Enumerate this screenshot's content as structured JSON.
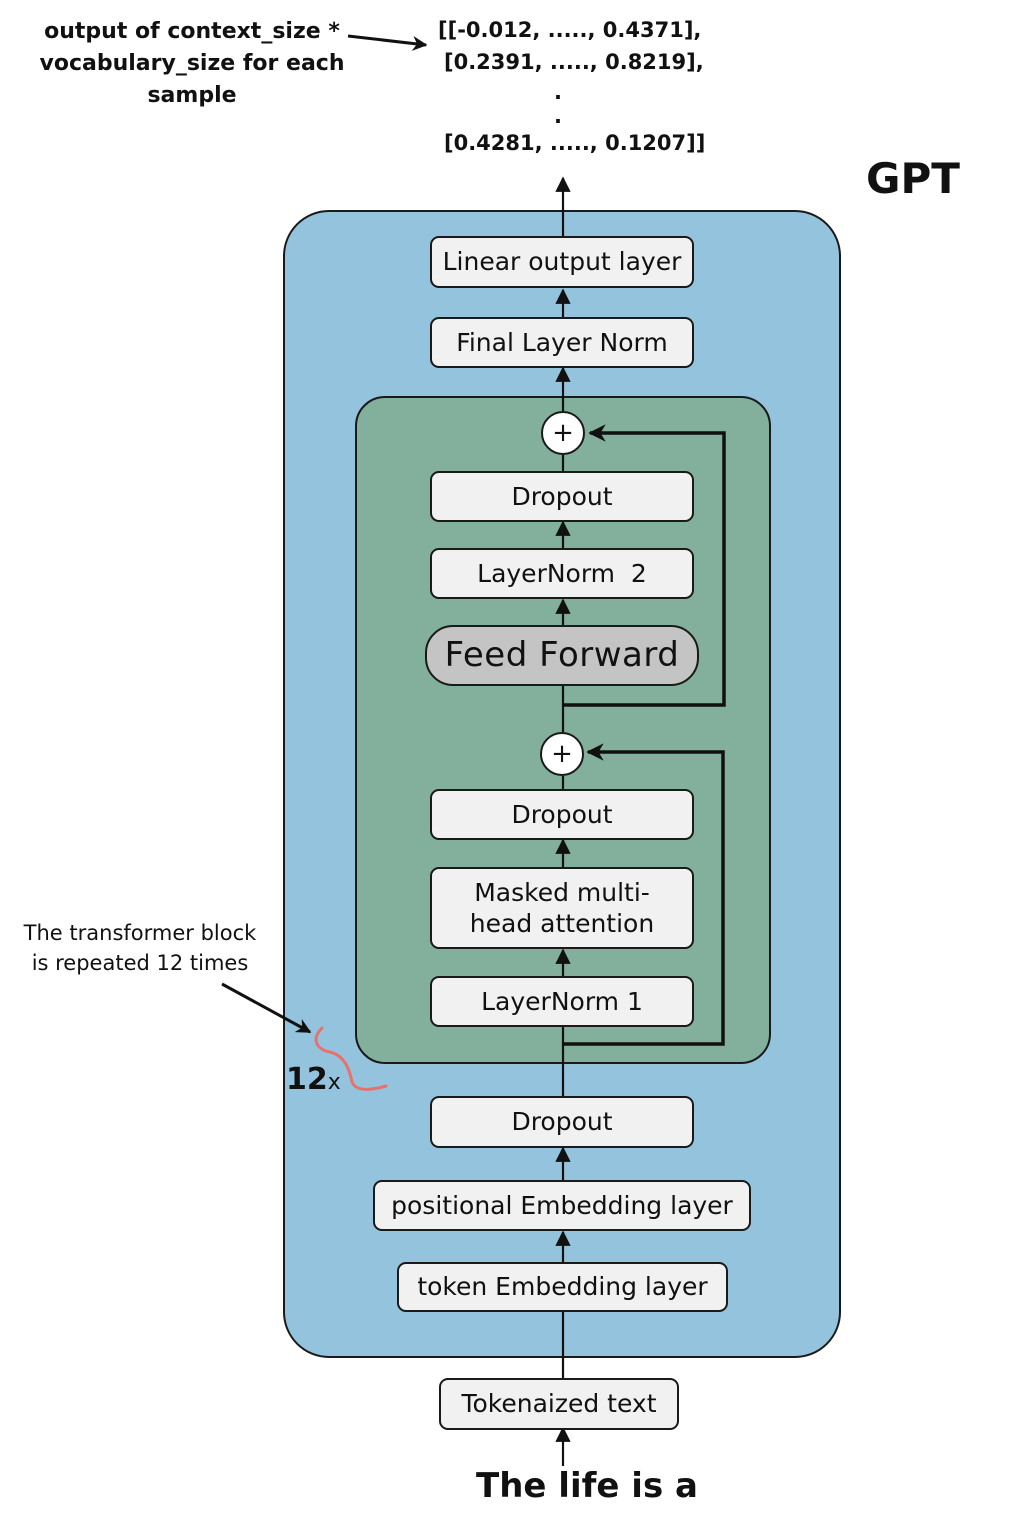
{
  "output_label": {
    "line1": "output of context_size *",
    "line2": "vocabulary_size for each sample"
  },
  "output_matrix": {
    "row1": "[[-0.012, ....., 0.4371],",
    "row2": "[0.2391, ....., 0.8219],",
    "dot1": ".",
    "dot2": ".",
    "row3": "[0.4281, ....., 0.1207]]"
  },
  "title": "GPT",
  "layers": {
    "linear_output": "Linear output layer",
    "final_layer_norm": "Final Layer Norm",
    "dropout_top": "Dropout",
    "layernorm2": "LayerNorm  2",
    "feed_forward": "Feed Forward",
    "dropout_mid": "Dropout",
    "masked_attention_line1": "Masked multi-",
    "masked_attention_line2": "head attention",
    "layernorm1": "LayerNorm 1",
    "dropout_bottom": "Dropout",
    "positional_embedding": "positional Embedding layer",
    "token_embedding": "token Embedding layer"
  },
  "residual_add_symbol": "+",
  "tokenized_text": "Tokenaized text",
  "input_text": "The life is a",
  "annotation": {
    "line1": "The transformer block",
    "line2": "is repeated 12 times"
  },
  "repeat_count": "12",
  "repeat_suffix": "x",
  "colors": {
    "outer_panel": "#94c4dd",
    "transformer_block": "#82b09c",
    "box_fill": "#f1f1f1",
    "feed_forward_fill": "#c4c4c4",
    "brace": "#e8706e"
  }
}
